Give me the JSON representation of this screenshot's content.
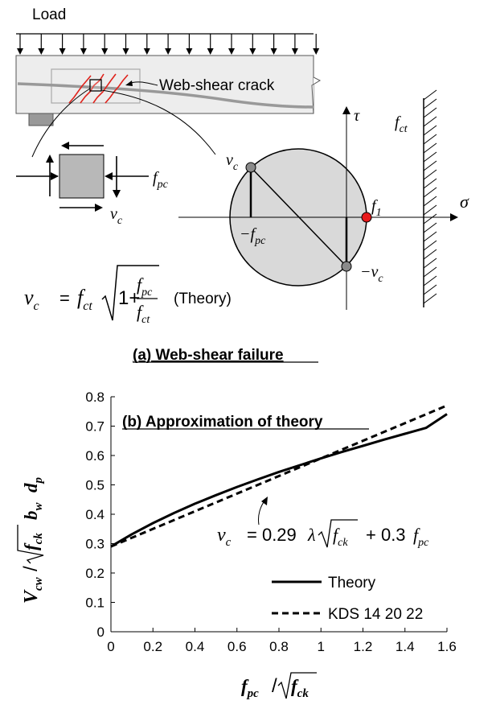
{
  "panel_a": {
    "load_label": "Load",
    "crack_label": "Web-shear crack",
    "stress": {
      "fpc": "f",
      "fpc_sub": "pc",
      "vc": "v",
      "vc_sub": "c"
    },
    "mohr": {
      "tau": "τ",
      "sigma": "σ",
      "fct": "f",
      "fct_sub": "ct",
      "f1": "f",
      "f1_sub": "1",
      "vc": "v",
      "vc_sub": "c",
      "neg_fpc": "−f",
      "neg_fpc_sub": "pc",
      "neg_vc": "−v",
      "neg_vc_sub": "c"
    },
    "formula": {
      "lhs": "v",
      "lhs_sub": "c",
      "eq": "=",
      "f": "f",
      "f_sub": "ct",
      "one": "1+",
      "num": "f",
      "num_sub": "pc",
      "den": "f",
      "den_sub": "ct",
      "note": "(Theory)"
    },
    "caption": "(a) Web-shear failure",
    "colors": {
      "crack": "#e0231c",
      "point_red": "#e8191b",
      "point_gray": "#8a8a8a",
      "circle_fill": "#d9d9d9",
      "element_fill": "#b8b8b8",
      "beam_fill": "#ededed"
    }
  },
  "chart_data": {
    "type": "line",
    "title": "(b) Approximation of theory",
    "xlim": [
      0,
      1.6
    ],
    "ylim": [
      0,
      0.8
    ],
    "x_ticks": [
      0,
      0.2,
      0.4,
      0.6,
      0.8,
      1,
      1.2,
      1.4,
      1.6
    ],
    "y_ticks": [
      0,
      0.1,
      0.2,
      0.3,
      0.4,
      0.5,
      0.6,
      0.7,
      0.8
    ],
    "x_tick_labels": [
      "0",
      "0.2",
      "0.4",
      "0.6",
      "0.8",
      "1",
      "1.2",
      "1.4",
      "1.6"
    ],
    "y_tick_labels": [
      "0",
      "0.1",
      "0.2",
      "0.3",
      "0.4",
      "0.5",
      "0.6",
      "0.7",
      "0.8"
    ],
    "xlabel": {
      "num": "f",
      "num_sub": "pc",
      "slash": "/",
      "root": "f",
      "root_sub": "ck"
    },
    "ylabel": {
      "num": "V",
      "num_sub": "cw",
      "slash": "/",
      "root": "f",
      "root_sub": "ck",
      "b": "b",
      "b_sub": "w",
      "d": "d",
      "d_sub": "p"
    },
    "annotation": {
      "lhs": "v",
      "lhs_sub": "c",
      "eq": "= 0.29",
      "lam": "λ",
      "root": "f",
      "root_sub": "ck",
      "plus": "+ 0.3",
      "f": "f",
      "f_sub": "pc",
      "x": 0.7,
      "y": 0.43
    },
    "grid": false,
    "legend": "bottom-right",
    "series": [
      {
        "name": "Theory",
        "style": "solid",
        "x": [
          0,
          0.1,
          0.2,
          0.3,
          0.4,
          0.5,
          0.6,
          0.7,
          0.8,
          0.9,
          1.0,
          1.1,
          1.2,
          1.3,
          1.4,
          1.5,
          1.6
        ],
        "y": [
          0.29,
          0.332,
          0.37,
          0.404,
          0.436,
          0.465,
          0.493,
          0.519,
          0.544,
          0.567,
          0.59,
          0.612,
          0.633,
          0.654,
          0.674,
          0.694,
          0.741
        ]
      },
      {
        "name": "KDS 14 20 22",
        "style": "dashed",
        "x": [
          0,
          1.6
        ],
        "y": [
          0.29,
          0.77
        ]
      }
    ]
  }
}
